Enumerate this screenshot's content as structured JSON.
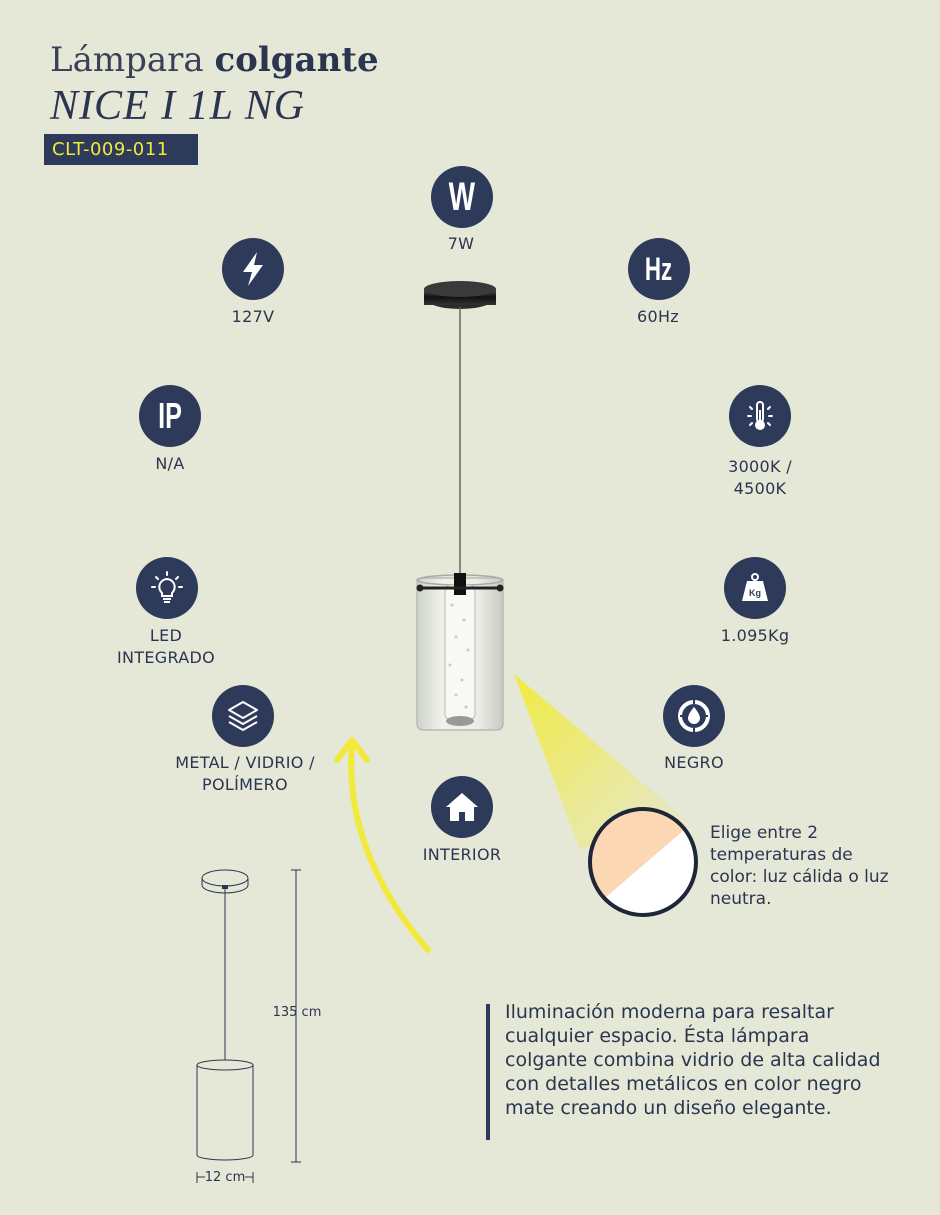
{
  "header": {
    "title_light": "Lámpara",
    "title_bold": "colgante",
    "model": "NICE I 1L NG",
    "code": "CLT-009-011"
  },
  "specs": {
    "watts": "7W",
    "voltage": "127V",
    "frequency": "60Hz",
    "ip_rating": "N/A",
    "temperature_line1": "3000K /",
    "temperature_line2": "4500K",
    "led_line1": "LED",
    "led_line2": "INTEGRADO",
    "weight": "1.095Kg",
    "material_line1": "METAL / VIDRIO /",
    "material_line2": "POLÍMERO",
    "color": "NEGRO",
    "location": "INTERIOR"
  },
  "icons": {
    "watts_glyph": "W",
    "frequency_glyph": "Hz",
    "ip_glyph": "IP",
    "weight_glyph": "Kg"
  },
  "temperature_note": "Elige entre 2 temperaturas de color: luz cálida o luz neutra.",
  "description": "Iluminación moderna para resaltar cualquier espacio. Ésta lámpara colgante combina vidrio de alta calidad con detalles metálicos en color negro mate creando un diseño elegante.",
  "dimensions": {
    "height": "135 cm",
    "width": "12 cm"
  },
  "colors": {
    "background": "#e5e8d6",
    "navy": "#2d3a5a",
    "accent_yellow": "#f1ea3a",
    "warm_light": "#fbd7b4"
  }
}
